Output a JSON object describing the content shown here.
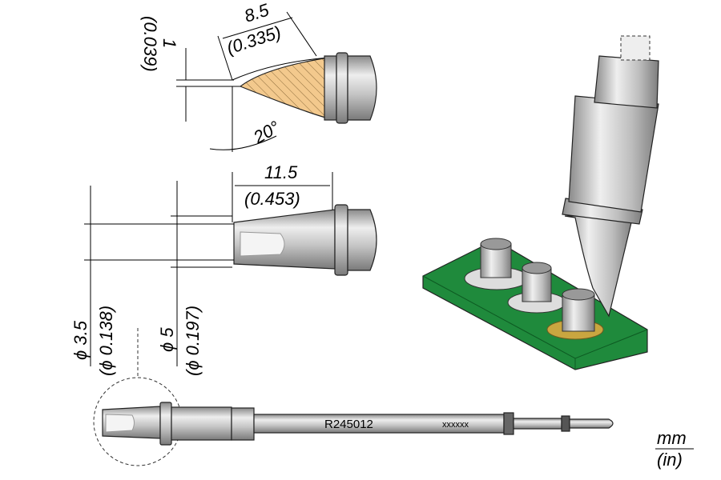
{
  "drawing": {
    "tip_length": {
      "mm": "8.5",
      "in": "(0.335)"
    },
    "tip_thickness": {
      "mm": "1",
      "in": "(0.039)"
    },
    "tip_angle": "20°",
    "tip_total_length": {
      "mm": "11.5",
      "in": "(0.453)"
    },
    "inner_diameter": {
      "mm": "ϕ 3.5",
      "in": "(ϕ 0.138)"
    },
    "outer_diameter": {
      "mm": "ϕ 5",
      "in": "(ϕ 0.197)"
    },
    "part_number": "R245012",
    "serial_placeholder": "xxxxxx",
    "units": {
      "primary": "mm",
      "secondary": "(in)"
    }
  },
  "colors": {
    "hatch": "#f3c98d",
    "metal": "#b8b8b8",
    "pcb": "#1f8a3c",
    "pad": "#c9a640"
  }
}
